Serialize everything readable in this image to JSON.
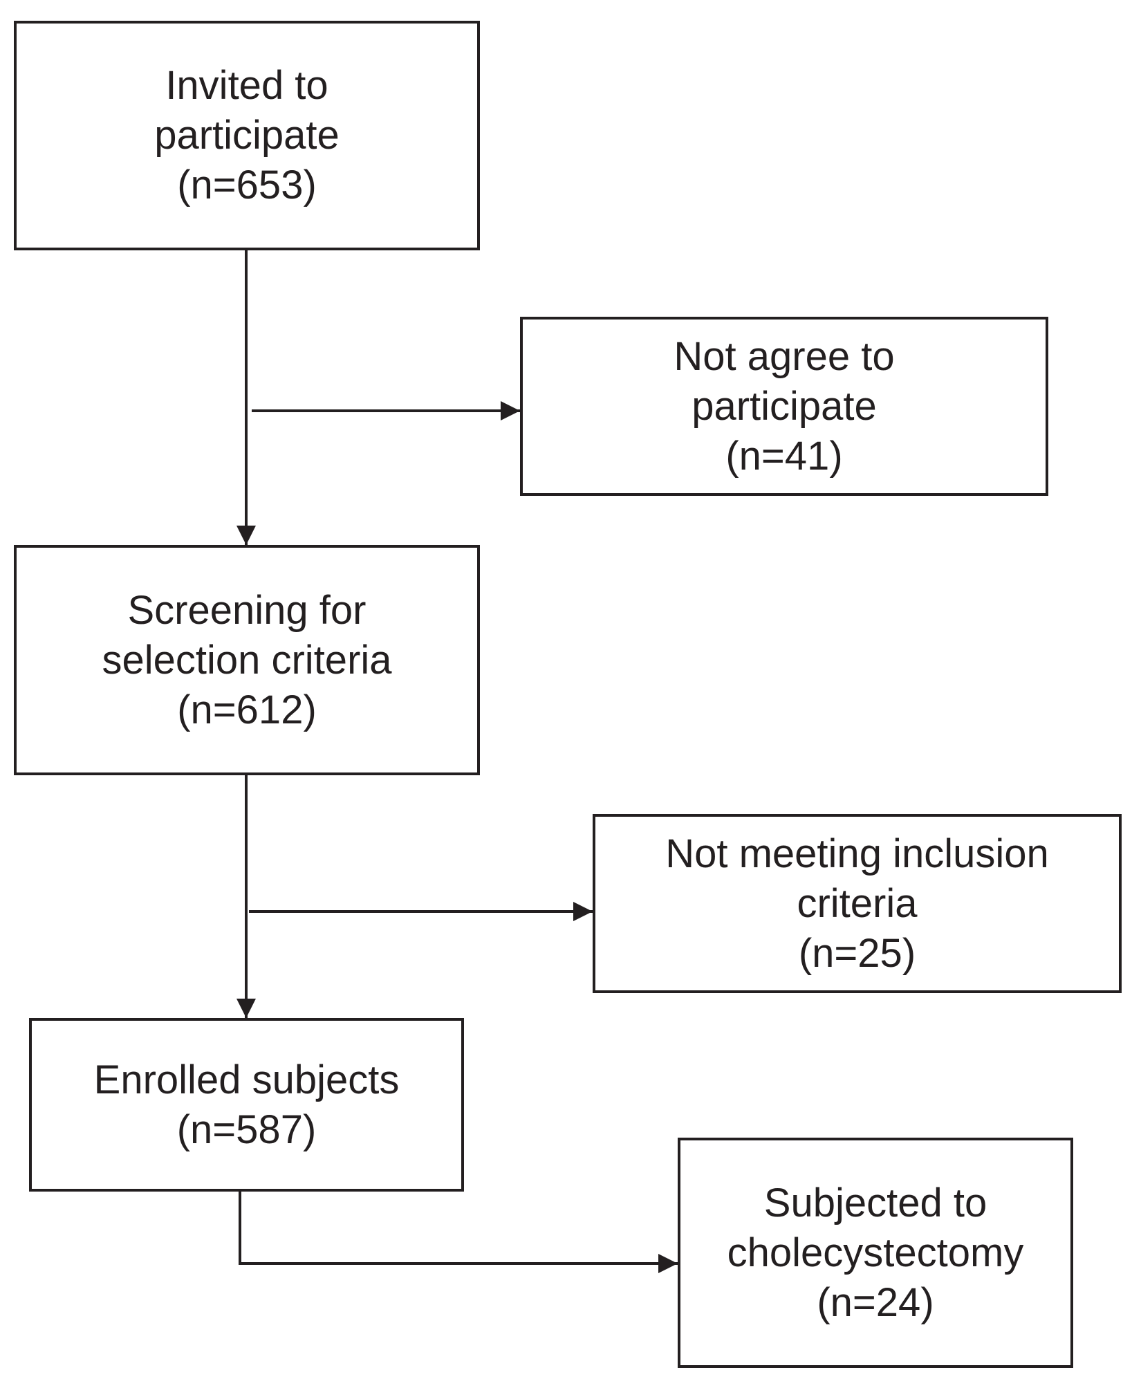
{
  "boxes": {
    "invited": {
      "lines": [
        "Invited to",
        "participate"
      ],
      "count": "(n=653)"
    },
    "not_agree": {
      "lines": [
        "Not agree to",
        "participate"
      ],
      "count": "(n=41)"
    },
    "screening": {
      "lines": [
        "Screening for",
        "selection criteria"
      ],
      "count": "(n=612)"
    },
    "not_meeting": {
      "lines": [
        "Not meeting inclusion",
        "criteria"
      ],
      "count": "(n=25)"
    },
    "enrolled": {
      "lines": [
        "Enrolled subjects"
      ],
      "count": "(n=587)"
    },
    "cholecystectomy": {
      "lines": [
        "Subjected to",
        "cholecystectomy"
      ],
      "count": "(n=24)"
    }
  },
  "colors": {
    "stroke": "#231f20",
    "background": "#ffffff"
  }
}
